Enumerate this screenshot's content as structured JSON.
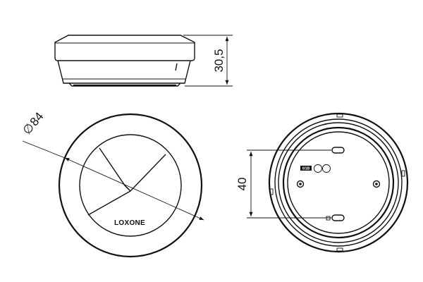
{
  "dimensions": {
    "height": "30,5",
    "diameter": "84",
    "diameter_symbol": "∅",
    "hole_spacing": "40"
  },
  "brand": {
    "logo_text": "LOXONE"
  },
  "back_view": {
    "small_label": "0/1B"
  }
}
